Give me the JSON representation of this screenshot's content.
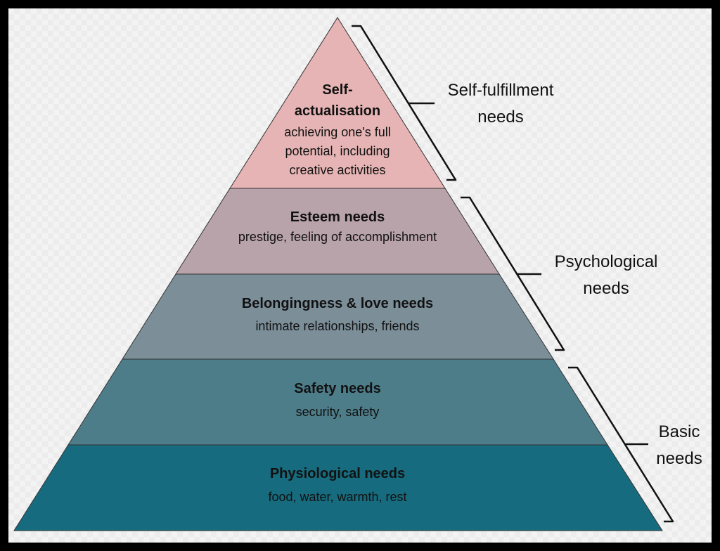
{
  "levels": [
    {
      "title": "Self-",
      "title2": "actualisation",
      "desc": [
        "achieving one's full",
        "potential, including",
        "creative activities"
      ],
      "color": "#e6b4b4"
    },
    {
      "title": "Esteem needs",
      "desc": [
        "prestige, feeling of accomplishment"
      ],
      "color": "#b9a3aa"
    },
    {
      "title": "Belongingness & love needs",
      "desc": [
        "intimate relationships, friends"
      ],
      "color": "#7c8f99"
    },
    {
      "title": "Safety needs",
      "desc": [
        "security, safety"
      ],
      "color": "#4e7d8a"
    },
    {
      "title": "Physiological needs",
      "desc": [
        "food, water, warmth, rest"
      ],
      "color": "#176b7e"
    }
  ],
  "groups": [
    {
      "lines": [
        "Self-fulfillment",
        "needs"
      ]
    },
    {
      "lines": [
        "Psychological",
        "needs"
      ]
    },
    {
      "lines": [
        "Basic",
        "needs"
      ]
    }
  ],
  "colors": {
    "frame": "#000000",
    "outline": "#1a1a1a"
  }
}
